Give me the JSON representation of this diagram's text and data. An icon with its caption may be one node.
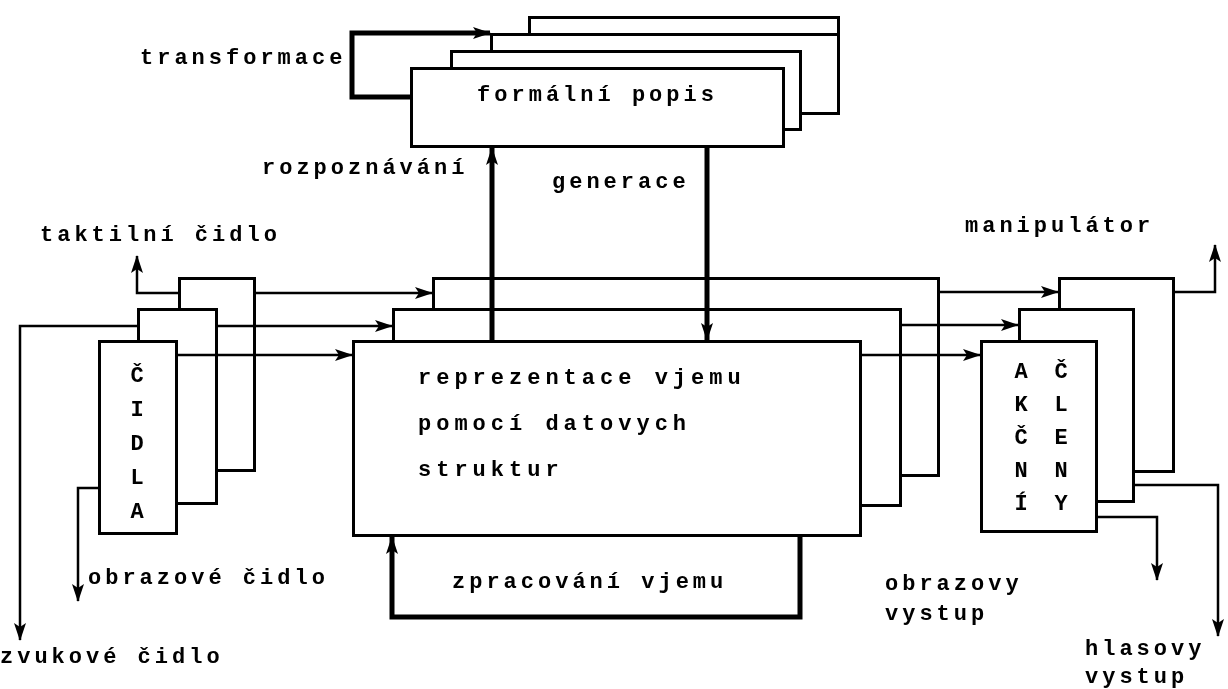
{
  "diagram": {
    "nodes": [
      {
        "text": [
          "formální popis"
        ]
      },
      {
        "text": [
          "ČIDLA"
        ]
      },
      {
        "text": [
          "reprezentace vjemu pomocí datovych struktur"
        ]
      },
      {
        "text": [
          "AKČNÍ",
          "ČLENY"
        ]
      },
      {
        "text": [
          "taktilní čidlo"
        ]
      },
      {
        "text": [
          "zvukové čidlo"
        ]
      },
      {
        "text": [
          "obrazové čidlo"
        ]
      },
      {
        "text": [
          "hlasovy vystup"
        ]
      }
    ],
    "edges": [
      {
        "from": 0,
        "to": 0,
        "arrow": "to",
        "label": "transformace",
        "style": "thick"
      },
      {
        "from": 2,
        "to": 0,
        "arrow": "to",
        "label": "rozpoznávání",
        "style": "thick"
      },
      {
        "from": 0,
        "to": 2,
        "arrow": "to",
        "label": "generace",
        "style": "thick"
      },
      {
        "from": 2,
        "to": 2,
        "arrow": "to",
        "label": "zpracování vjemu",
        "style": "thick"
      },
      {
        "from": 1,
        "to": 2,
        "arrow": "to"
      },
      {
        "from": 1,
        "to": 2,
        "arrow": "to"
      },
      {
        "from": 1,
        "to": 2,
        "arrow": "to"
      },
      {
        "from": 2,
        "to": 3,
        "arrow": "to"
      },
      {
        "from": 2,
        "to": 3,
        "arrow": "to"
      },
      {
        "from": 2,
        "to": 3,
        "arrow": "to"
      },
      {
        "from": 1,
        "to": 4,
        "arrow": "to"
      },
      {
        "from": 1,
        "to": 5,
        "arrow": "to"
      },
      {
        "from": 1,
        "to": 6,
        "arrow": "to"
      },
      {
        "from": 3,
        "to": null,
        "arrow": "to"
      },
      {
        "from": 3,
        "to": null,
        "arrow": "to"
      },
      {
        "from": 3,
        "to": 7,
        "arrow": "to"
      }
    ],
    "labels": [
      "manipulátor",
      "obrazovy vystup"
    ]
  }
}
